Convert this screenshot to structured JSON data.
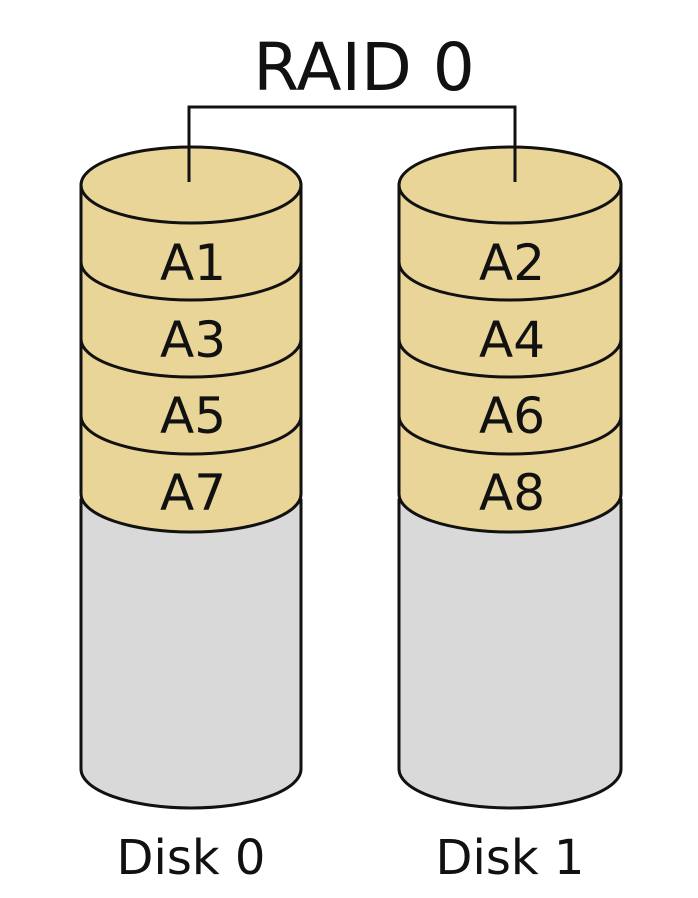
{
  "title": "RAID 0",
  "colors": {
    "block_fill": "#e9d597",
    "empty_fill": "#d9d9d9",
    "stroke": "#111111"
  },
  "disks": [
    {
      "label": "Disk 0",
      "blocks": [
        "A1",
        "A3",
        "A5",
        "A7"
      ]
    },
    {
      "label": "Disk 1",
      "blocks": [
        "A2",
        "A4",
        "A6",
        "A8"
      ]
    }
  ]
}
